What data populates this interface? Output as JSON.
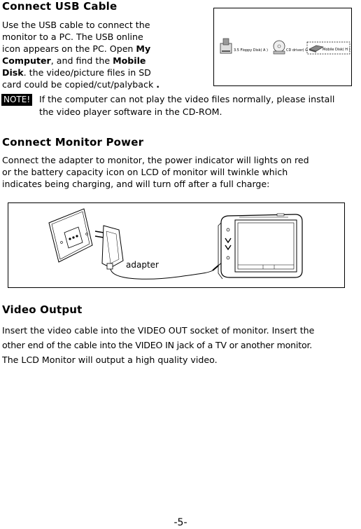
{
  "usb": {
    "heading": "Connect USB Cable",
    "line1": "Use the USB cable to connect the",
    "line2": "monitor to a PC. The USB online",
    "line3_pre": "icon appears on the PC. Open ",
    "line3_bold": "My",
    "line4_bold": "Computer",
    "line4_post": ", and find the ",
    "line4_bold2": "Mobile",
    "line5_bold": "Disk",
    "line5_post": ". the video/picture files in SD",
    "line6": "card could be copied/cut/palyback ",
    "line6_bold": ".",
    "drives": {
      "floppy": "3.5 Floppy Disk( A )",
      "cd": "CD driver( G",
      "mobile": "Mobile Disk( H )"
    }
  },
  "note": {
    "badge": "NOTE!",
    "line1": "If the computer can not play the video files normally, please install",
    "line2": "the video player software in the CD-ROM."
  },
  "power": {
    "heading": "Connect Monitor Power",
    "line1": "Connect the adapter to monitor, the power indicator will lights on red",
    "line2": "or the battery capacity icon on LCD of monitor will twinkle which",
    "line3": "indicates being charging, and will turn off after a full charge:",
    "adapter_label": "adapter"
  },
  "video": {
    "heading": "Video Output",
    "line1": "Insert the video cable into the VIDEO OUT socket of monitor. Insert the",
    "line2": "other end of the cable into the VIDEO IN jack of a TV or another monitor.",
    "line3": "The LCD Monitor will output a high quality video."
  },
  "page_number": "-5-"
}
